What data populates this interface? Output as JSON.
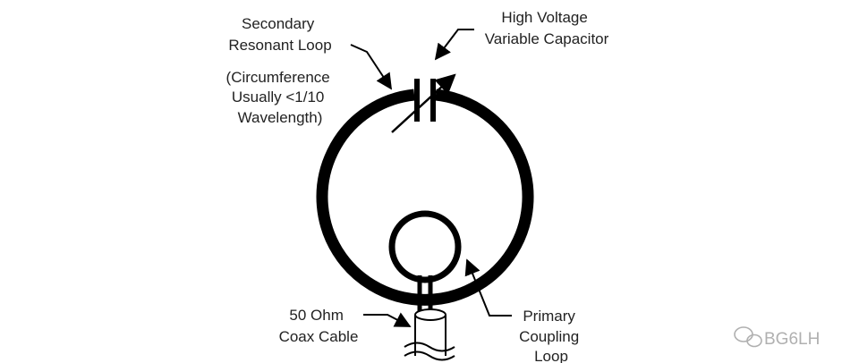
{
  "labels": {
    "secondary_loop": [
      "Secondary",
      "Resonant Loop"
    ],
    "circumference_note": [
      "(Circumference",
      "Usually <1/10",
      "Wavelength)"
    ],
    "capacitor": [
      "High Voltage",
      "Variable Capacitor"
    ],
    "coax": [
      "50 Ohm",
      "Coax Cable"
    ],
    "primary_loop": [
      "Primary",
      "Coupling",
      "Loop"
    ]
  },
  "watermark": "BG6LH",
  "colors": {
    "ink": "#000000",
    "text": "#222222",
    "watermark": "#b0b0b0"
  },
  "icons": {
    "watermark_icon": "wechat-icon"
  }
}
